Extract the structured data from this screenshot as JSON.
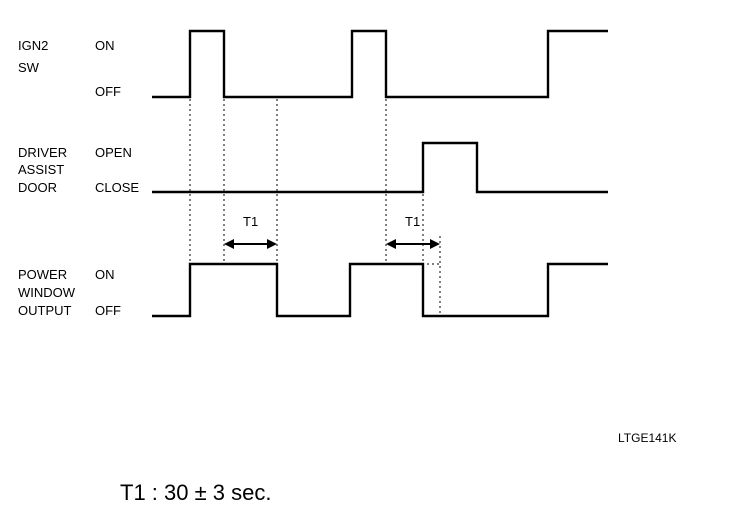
{
  "signals": {
    "ign2": {
      "name_line1": "IGN2",
      "name_line2": "SW",
      "high_label": "ON",
      "low_label": "OFF"
    },
    "door": {
      "name_line1": "DRIVER",
      "name_line2": "ASSIST",
      "name_line3": "DOOR",
      "high_label": "OPEN",
      "low_label": "CLOSE"
    },
    "output": {
      "name_line1": "POWER",
      "name_line2": "WINDOW",
      "name_line3": "OUTPUT",
      "high_label": "ON",
      "low_label": "OFF"
    }
  },
  "timing": {
    "interval_label_1": "T1",
    "interval_label_2": "T1"
  },
  "figure_code": "LTGE141K",
  "footnote": "T1 : 30 ± 3 sec."
}
